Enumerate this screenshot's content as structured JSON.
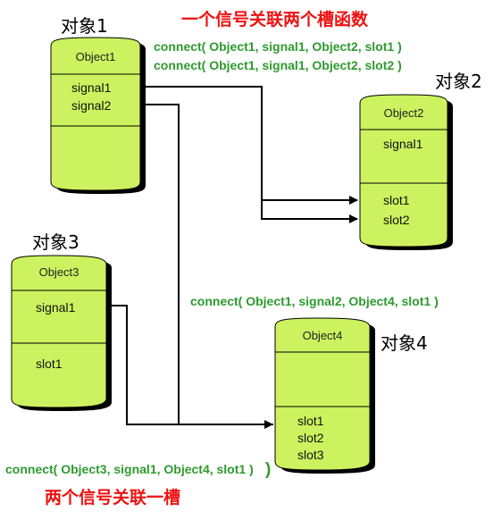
{
  "titles": {
    "one_signal_many_slots": "一个信号关联两个槽函数",
    "many_signals_one_slot": "两个信号关联一槽"
  },
  "objects": [
    {
      "label": "对象1",
      "class_name": "Object1",
      "signals": [
        "signal1",
        "signal2"
      ],
      "slots": []
    },
    {
      "label": "对象2",
      "class_name": "Object2",
      "signals": [
        "signal1"
      ],
      "slots": [
        "slot1",
        "slot2"
      ]
    },
    {
      "label": "对象3",
      "class_name": "Object3",
      "signals": [
        "signal1"
      ],
      "slots": [
        "slot1"
      ]
    },
    {
      "label": "对象4",
      "class_name": "Object4",
      "signals": [],
      "slots": [
        "slot1",
        "slot2",
        "slot3"
      ]
    }
  ],
  "connections": [
    {
      "text": "connect( Object1, signal1, Object2, slot1 )"
    },
    {
      "text": "connect( Object1, signal1, Object2, slot2 )"
    },
    {
      "text": "connect( Object1, signal2, Object4, slot1 )"
    },
    {
      "text": "connect( Object3, signal1, Object4, slot1 )"
    }
  ],
  "colors": {
    "box_fill": "#ccf25f",
    "connect_text": "#2e9a2e",
    "title_text": "#ee1111"
  }
}
